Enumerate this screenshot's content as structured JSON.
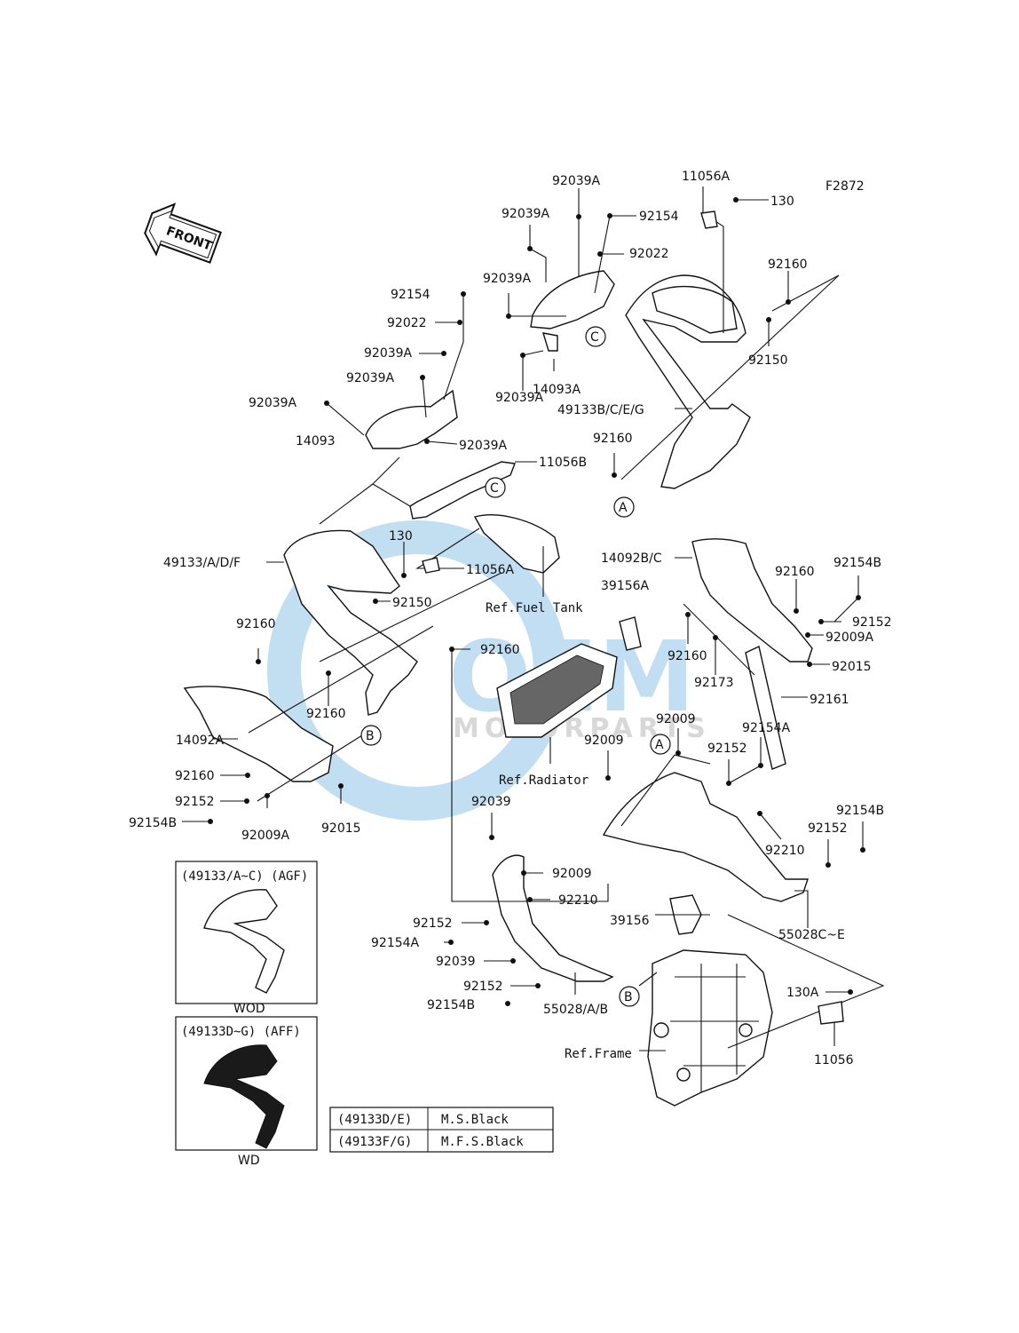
{
  "figure_code": "F2872",
  "front_label": "FRONT",
  "callouts": {
    "A": "A",
    "B": "B",
    "C": "C"
  },
  "refs": {
    "fuel_tank": "Ref.Fuel Tank",
    "radiator": "Ref.Radiator",
    "frame": "Ref.Frame"
  },
  "labels": {
    "l_92039A_top": "92039A",
    "l_92039A_2": "92039A",
    "l_92154_top": "92154",
    "l_92022_top": "92022",
    "l_92039A_3": "92039A",
    "l_92039A_4": "92039A",
    "l_14093A": "14093A",
    "l_11056A_top": "11056A",
    "l_130_top": "130",
    "l_92160_tr": "92160",
    "l_92150_tr": "92150",
    "l_49133BCEG": "49133B/C/E/G",
    "l_92160_mid": "92160",
    "l_92154_l": "92154",
    "l_92022_l": "92022",
    "l_92039A_l1": "92039A",
    "l_92039A_l2": "92039A",
    "l_92039A_l3": "92039A",
    "l_14093": "14093",
    "l_92039A_l4": "92039A",
    "l_11056B": "11056B",
    "l_49133ADF": "49133/A/D/F",
    "l_130_mid": "130",
    "l_11056A_mid": "11056A",
    "l_92150_mid": "92150",
    "l_39156A": "39156A",
    "l_14092BC": "14092B/C",
    "l_92160_r1": "92160",
    "l_92154B_r1": "92154B",
    "l_92152_r1": "92152",
    "l_92009A_r1": "92009A",
    "l_92160_r2": "92160",
    "l_92015_r1": "92015",
    "l_92173": "92173",
    "l_92161": "92161",
    "l_92160_l1": "92160",
    "l_92160_c": "92160",
    "l_92160_l2": "92160",
    "l_14092A": "14092A",
    "l_92160_l3": "92160",
    "l_92152_l": "92152",
    "l_92154B_l": "92154B",
    "l_92009A_l": "92009A",
    "l_92015_l": "92015",
    "l_92009_1": "92009",
    "l_92009_2": "92009",
    "l_92154A_r": "92154A",
    "l_92152_r2": "92152",
    "l_92039_1": "92039",
    "l_92009_3": "92009",
    "l_92210_1": "92210",
    "l_92210_2": "92210",
    "l_92152_r3": "92152",
    "l_92154B_r2": "92154B",
    "l_39156": "39156",
    "l_55028CE": "55028C~E",
    "l_92152_b1": "92152",
    "l_92154A_b": "92154A",
    "l_92039_2": "92039",
    "l_92152_b2": "92152",
    "l_92154B_b": "92154B",
    "l_55028AB": "55028/A/B",
    "l_130A": "130A",
    "l_11056": "11056"
  },
  "variants": [
    {
      "code": "(49133/A~C) (AGF)",
      "caption": "WOD"
    },
    {
      "code": "(49133D~G) (AFF)",
      "caption": "WD"
    }
  ],
  "color_table": [
    {
      "code": "(49133D/E)",
      "color": "M.S.Black"
    },
    {
      "code": "(49133F/G)",
      "color": "M.F.S.Black"
    }
  ],
  "watermark": {
    "brand": "OEM",
    "sub": "MOTORPARTS",
    "color": "#8fc4e8"
  }
}
